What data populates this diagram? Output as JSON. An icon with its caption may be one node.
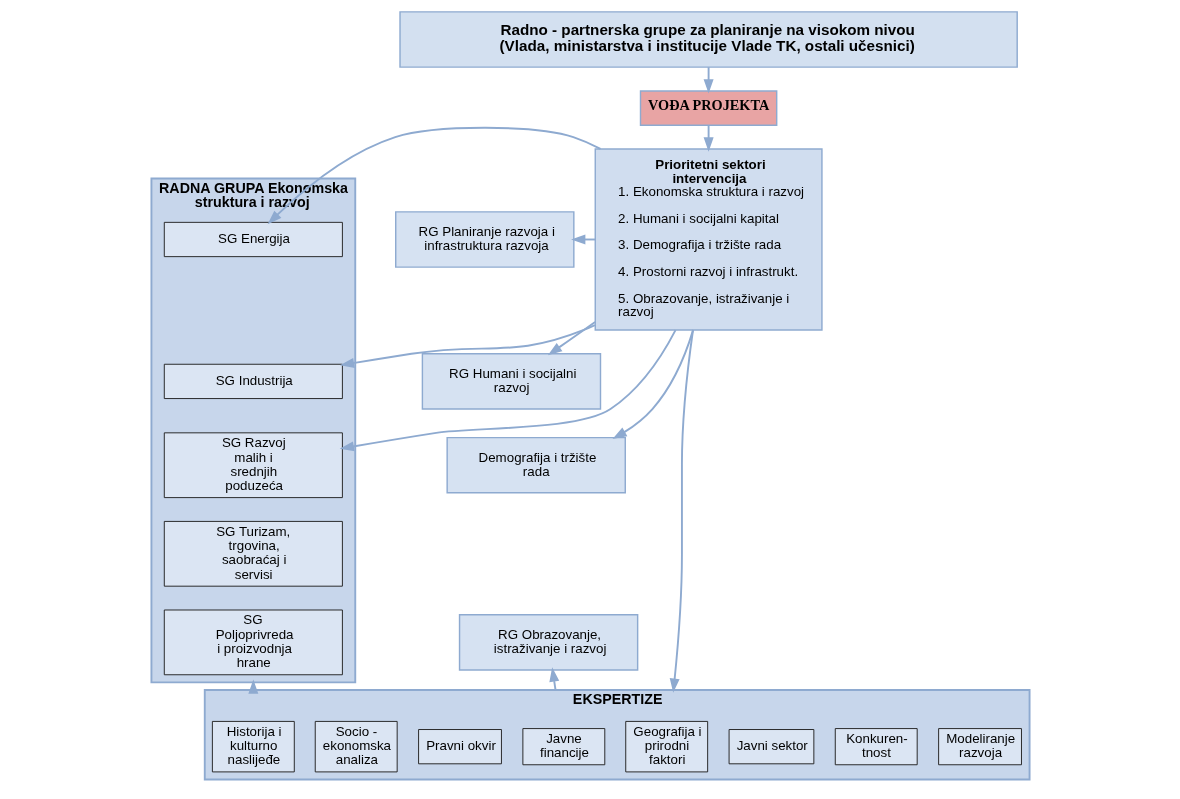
{
  "diagram": {
    "nodes": [
      {
        "text": [
          "Radno - partnerska grupe za planiranje na visokom nivou (Vlada, ministarstva i institucije Vlade TK, ostali učesnici)"
        ]
      },
      {
        "text": [
          "VOĐA PROJEKTA"
        ]
      },
      {
        "text": [
          "RADNA GRUPA Ekonomska struktura i razvoj"
        ]
      },
      {
        "text": [
          "SG Energija"
        ],
        "in": 2
      },
      {
        "text": [
          "SG Industrija"
        ],
        "in": 2
      },
      {
        "text": [
          "SG Razvoj malih i srednjih poduzeća"
        ],
        "in": 2
      },
      {
        "text": [
          "SG Turizam, trgovina, saobraćaj i servisi"
        ],
        "in": 2
      },
      {
        "text": [
          "SG Poljoprivreda i proizvodnja hrane"
        ],
        "in": 2
      },
      {
        "text": [
          "Prioritetni sektori intervencija",
          "1. Ekonomska struktura i razvoj",
          "2. Humani i socijalni kapital",
          "3. Demografija i tržište rada",
          "4. Prostorni razvoj i infrastrukt.",
          "5. Obrazovanje, istraživanje i razvoj"
        ]
      },
      {
        "text": [
          "RG Planiranje razvoja i infrastruktura razvoja"
        ]
      },
      {
        "text": [
          "RG Humani i socijalni razvoj"
        ]
      },
      {
        "text": [
          "Demografija i tržište rada"
        ]
      },
      {
        "text": [
          "RG Obrazovanje, istraživanje i razvoj"
        ]
      },
      {
        "text": [
          "EKSPERTIZE"
        ]
      },
      {
        "text": [
          "Historija i kulturno naslijeđe"
        ],
        "in": 13
      },
      {
        "text": [
          "Socio - ekonomska analiza"
        ],
        "in": 13
      },
      {
        "text": [
          "Pravni okvir"
        ],
        "in": 13
      },
      {
        "text": [
          "Geografija i prirodni faktori"
        ],
        "in": 13
      },
      {
        "text": [
          "Javni sektor"
        ],
        "in": 13
      },
      {
        "text": [
          "Konkuren- tnost"
        ],
        "in": 13
      },
      {
        "text": [
          "Modeliranje razvoja"
        ],
        "in": 13
      },
      {
        "text": [
          "Javne financije"
        ],
        "in": 13
      }
    ],
    "edges": [
      {
        "from": 0,
        "to": 1,
        "arrow": "to"
      },
      {
        "from": 1,
        "to": 8,
        "arrow": "to"
      },
      {
        "from": 8,
        "to": 3,
        "arrow": "to"
      },
      {
        "from": 8,
        "to": 4,
        "arrow": "to"
      },
      {
        "from": 8,
        "to": 5,
        "arrow": "to"
      },
      {
        "from": 8,
        "to": 9,
        "arrow": "to"
      },
      {
        "from": 8,
        "to": 10,
        "arrow": "to"
      },
      {
        "from": 8,
        "to": 11,
        "arrow": "to"
      },
      {
        "from": 8,
        "to": 13,
        "arrow": "to"
      },
      {
        "from": 13,
        "to": 2,
        "arrow": "to"
      },
      {
        "from": 13,
        "to": 12,
        "arrow": "to"
      }
    ]
  }
}
